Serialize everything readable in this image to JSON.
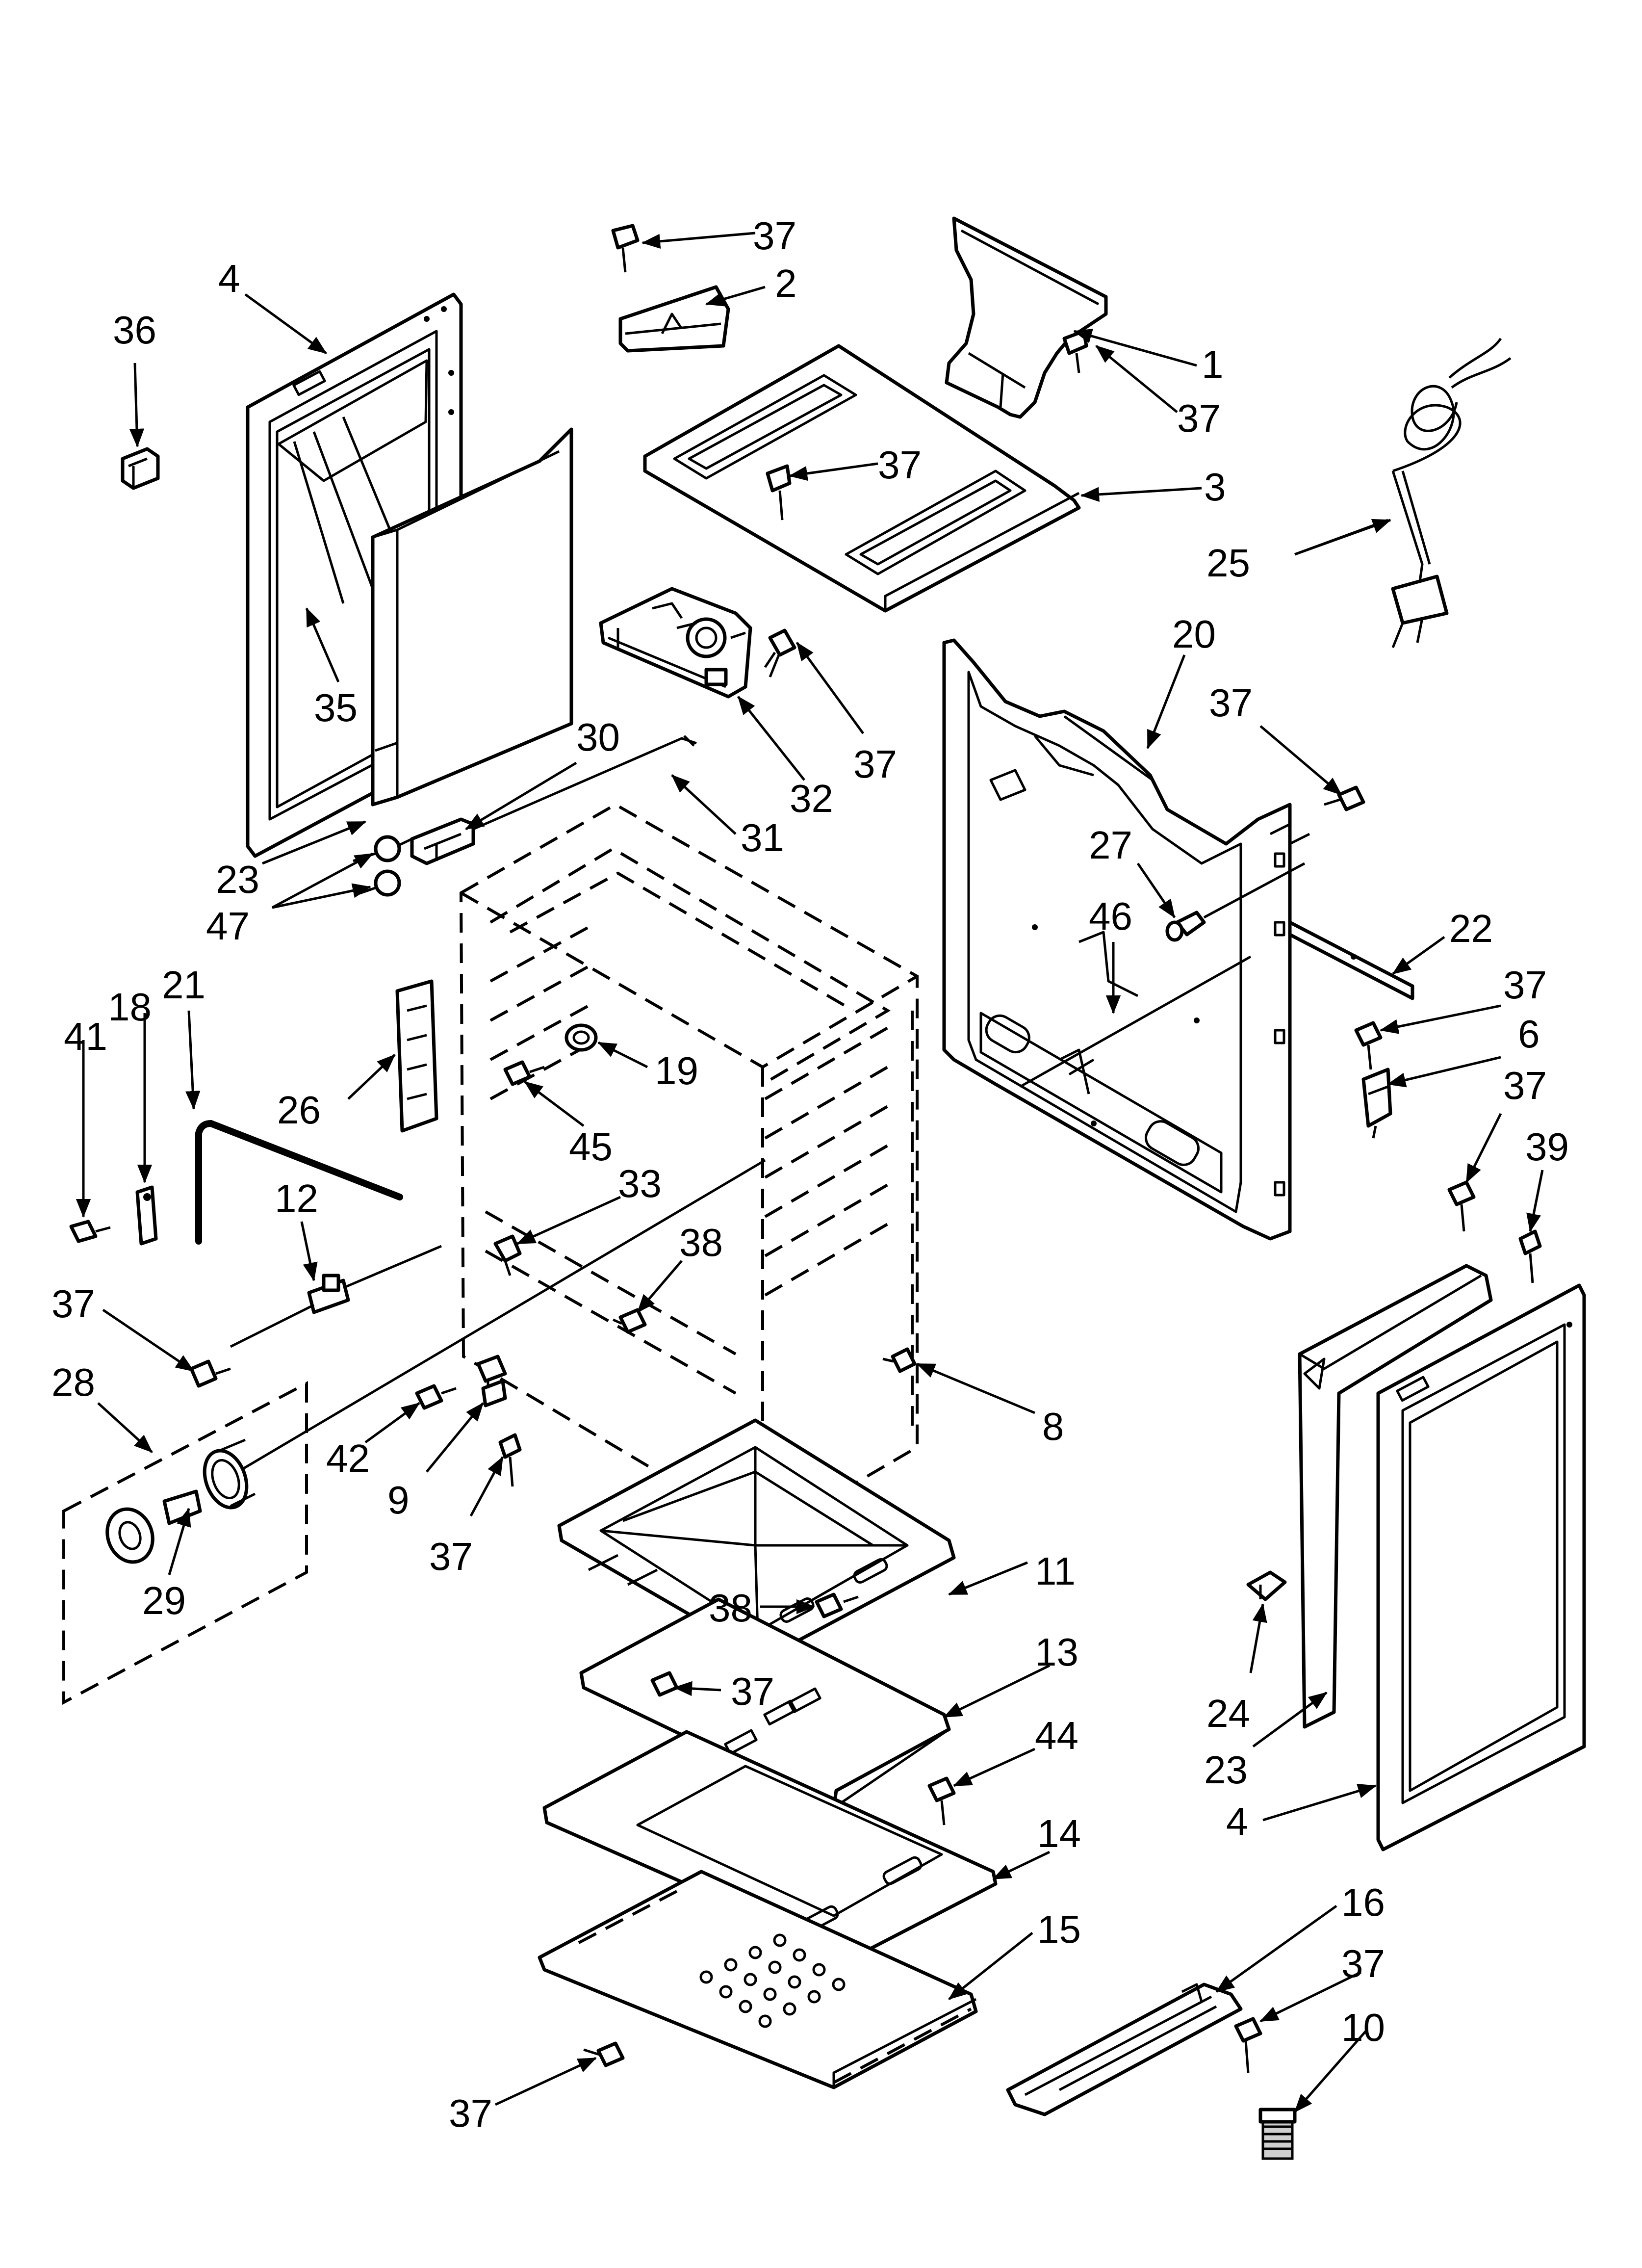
{
  "colors": {
    "line": "#000000",
    "background": "#ffffff"
  },
  "callouts": {
    "c1": "1",
    "c2": "2",
    "c3": "3",
    "c4a": "4",
    "c4b": "4",
    "c6": "6",
    "c8": "8",
    "c9": "9",
    "c10": "10",
    "c11": "11",
    "c12": "12",
    "c13": "13",
    "c14": "14",
    "c15": "15",
    "c16": "16",
    "c18": "18",
    "c19": "19",
    "c20": "20",
    "c21": "21",
    "c22": "22",
    "c23a": "23",
    "c23b": "23",
    "c24": "24",
    "c25": "25",
    "c26": "26",
    "c27": "27",
    "c28": "28",
    "c29": "29",
    "c30": "30",
    "c31": "31",
    "c32": "32",
    "c33": "33",
    "c35": "35",
    "c36": "36",
    "c37_a": "37",
    "c37_b": "37",
    "c37_c": "37",
    "c37_d": "37",
    "c37_e": "37",
    "c37_f": "37",
    "c37_g": "37",
    "c37_h": "37",
    "c37_i": "37",
    "c37_j": "37",
    "c37_k": "37",
    "c37_l": "37",
    "c38a": "38",
    "c38b": "38",
    "c39": "39",
    "c41": "41",
    "c42": "42",
    "c44": "44",
    "c45": "45",
    "c46": "46",
    "c47": "47"
  }
}
